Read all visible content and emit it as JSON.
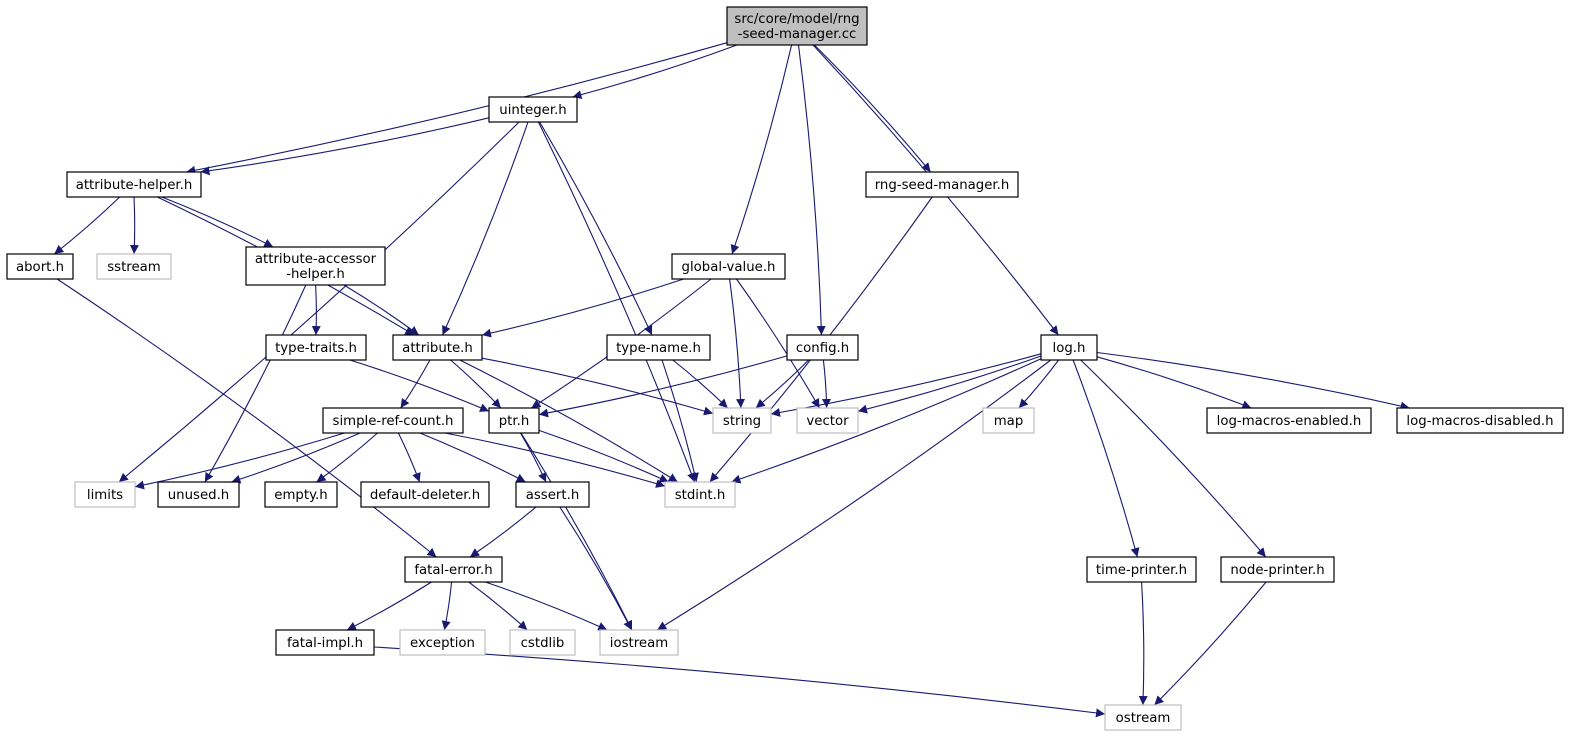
{
  "diagram": {
    "type": "include-dependency-graph",
    "colors": {
      "edge": "#191970",
      "root_fill": "#bfbfbf",
      "project_border": "#000000",
      "system_border": "#bfbfbf",
      "text": "#000000"
    },
    "nodes": [
      {
        "id": "root",
        "label": "src/core/model/rng\n-seed-manager.cc",
        "kind": "root"
      },
      {
        "id": "uinteger",
        "label": "uinteger.h",
        "kind": "project"
      },
      {
        "id": "attr_helper",
        "label": "attribute-helper.h",
        "kind": "project"
      },
      {
        "id": "rng_seed_h",
        "label": "rng-seed-manager.h",
        "kind": "project"
      },
      {
        "id": "abort",
        "label": "abort.h",
        "kind": "project"
      },
      {
        "id": "sstream",
        "label": "sstream",
        "kind": "system"
      },
      {
        "id": "attr_accessor",
        "label": "attribute-accessor\n-helper.h",
        "kind": "project"
      },
      {
        "id": "global_value",
        "label": "global-value.h",
        "kind": "project"
      },
      {
        "id": "type_traits",
        "label": "type-traits.h",
        "kind": "project"
      },
      {
        "id": "attribute",
        "label": "attribute.h",
        "kind": "project"
      },
      {
        "id": "type_name",
        "label": "type-name.h",
        "kind": "project"
      },
      {
        "id": "config",
        "label": "config.h",
        "kind": "project"
      },
      {
        "id": "log",
        "label": "log.h",
        "kind": "project"
      },
      {
        "id": "simple_ref",
        "label": "simple-ref-count.h",
        "kind": "project"
      },
      {
        "id": "ptr",
        "label": "ptr.h",
        "kind": "project"
      },
      {
        "id": "string",
        "label": "string",
        "kind": "system"
      },
      {
        "id": "vector",
        "label": "vector",
        "kind": "system"
      },
      {
        "id": "map",
        "label": "map",
        "kind": "system"
      },
      {
        "id": "log_macros_en",
        "label": "log-macros-enabled.h",
        "kind": "project"
      },
      {
        "id": "log_macros_dis",
        "label": "log-macros-disabled.h",
        "kind": "project"
      },
      {
        "id": "limits",
        "label": "limits",
        "kind": "system"
      },
      {
        "id": "unused",
        "label": "unused.h",
        "kind": "project"
      },
      {
        "id": "empty",
        "label": "empty.h",
        "kind": "project"
      },
      {
        "id": "default_deleter",
        "label": "default-deleter.h",
        "kind": "project"
      },
      {
        "id": "assert",
        "label": "assert.h",
        "kind": "project"
      },
      {
        "id": "stdint",
        "label": "stdint.h",
        "kind": "system"
      },
      {
        "id": "fatal_error",
        "label": "fatal-error.h",
        "kind": "project"
      },
      {
        "id": "time_printer",
        "label": "time-printer.h",
        "kind": "project"
      },
      {
        "id": "node_printer",
        "label": "node-printer.h",
        "kind": "project"
      },
      {
        "id": "fatal_impl",
        "label": "fatal-impl.h",
        "kind": "project"
      },
      {
        "id": "exception",
        "label": "exception",
        "kind": "system"
      },
      {
        "id": "cstdlib",
        "label": "cstdlib",
        "kind": "system"
      },
      {
        "id": "iostream",
        "label": "iostream",
        "kind": "system"
      },
      {
        "id": "ostream",
        "label": "ostream",
        "kind": "system"
      }
    ],
    "edges": [
      {
        "from": "root",
        "to": "uinteger"
      },
      {
        "from": "root",
        "to": "attr_helper"
      },
      {
        "from": "root",
        "to": "global_value"
      },
      {
        "from": "root",
        "to": "config"
      },
      {
        "from": "root",
        "to": "rng_seed_h"
      },
      {
        "from": "root",
        "to": "log"
      },
      {
        "from": "uinteger",
        "to": "attr_helper"
      },
      {
        "from": "uinteger",
        "to": "attribute"
      },
      {
        "from": "uinteger",
        "to": "type_name"
      },
      {
        "from": "uinteger",
        "to": "stdint"
      },
      {
        "from": "uinteger",
        "to": "limits"
      },
      {
        "from": "attr_helper",
        "to": "abort"
      },
      {
        "from": "attr_helper",
        "to": "sstream"
      },
      {
        "from": "attr_helper",
        "to": "attr_accessor"
      },
      {
        "from": "attr_helper",
        "to": "attribute"
      },
      {
        "from": "abort",
        "to": "fatal_error"
      },
      {
        "from": "attr_accessor",
        "to": "type_traits"
      },
      {
        "from": "attr_accessor",
        "to": "attribute"
      },
      {
        "from": "attr_accessor",
        "to": "unused"
      },
      {
        "from": "type_traits",
        "to": "ptr"
      },
      {
        "from": "global_value",
        "to": "attribute"
      },
      {
        "from": "global_value",
        "to": "ptr"
      },
      {
        "from": "global_value",
        "to": "string"
      },
      {
        "from": "global_value",
        "to": "vector"
      },
      {
        "from": "rng_seed_h",
        "to": "stdint"
      },
      {
        "from": "attribute",
        "to": "simple_ref"
      },
      {
        "from": "attribute",
        "to": "ptr"
      },
      {
        "from": "attribute",
        "to": "string"
      },
      {
        "from": "attribute",
        "to": "stdint"
      },
      {
        "from": "type_name",
        "to": "string"
      },
      {
        "from": "type_name",
        "to": "stdint"
      },
      {
        "from": "config",
        "to": "ptr"
      },
      {
        "from": "config",
        "to": "string"
      },
      {
        "from": "config",
        "to": "vector"
      },
      {
        "from": "log",
        "to": "string"
      },
      {
        "from": "log",
        "to": "vector"
      },
      {
        "from": "log",
        "to": "map"
      },
      {
        "from": "log",
        "to": "stdint"
      },
      {
        "from": "log",
        "to": "iostream"
      },
      {
        "from": "log",
        "to": "log_macros_en"
      },
      {
        "from": "log",
        "to": "log_macros_dis"
      },
      {
        "from": "log",
        "to": "time_printer"
      },
      {
        "from": "log",
        "to": "node_printer"
      },
      {
        "from": "simple_ref",
        "to": "limits"
      },
      {
        "from": "simple_ref",
        "to": "unused"
      },
      {
        "from": "simple_ref",
        "to": "empty"
      },
      {
        "from": "simple_ref",
        "to": "default_deleter"
      },
      {
        "from": "simple_ref",
        "to": "assert"
      },
      {
        "from": "simple_ref",
        "to": "stdint"
      },
      {
        "from": "ptr",
        "to": "assert"
      },
      {
        "from": "ptr",
        "to": "stdint"
      },
      {
        "from": "ptr",
        "to": "iostream"
      },
      {
        "from": "assert",
        "to": "fatal_error"
      },
      {
        "from": "assert",
        "to": "iostream"
      },
      {
        "from": "fatal_error",
        "to": "fatal_impl"
      },
      {
        "from": "fatal_error",
        "to": "exception"
      },
      {
        "from": "fatal_error",
        "to": "cstdlib"
      },
      {
        "from": "fatal_error",
        "to": "iostream"
      },
      {
        "from": "fatal_impl",
        "to": "ostream"
      },
      {
        "from": "time_printer",
        "to": "ostream"
      },
      {
        "from": "node_printer",
        "to": "ostream"
      }
    ]
  }
}
